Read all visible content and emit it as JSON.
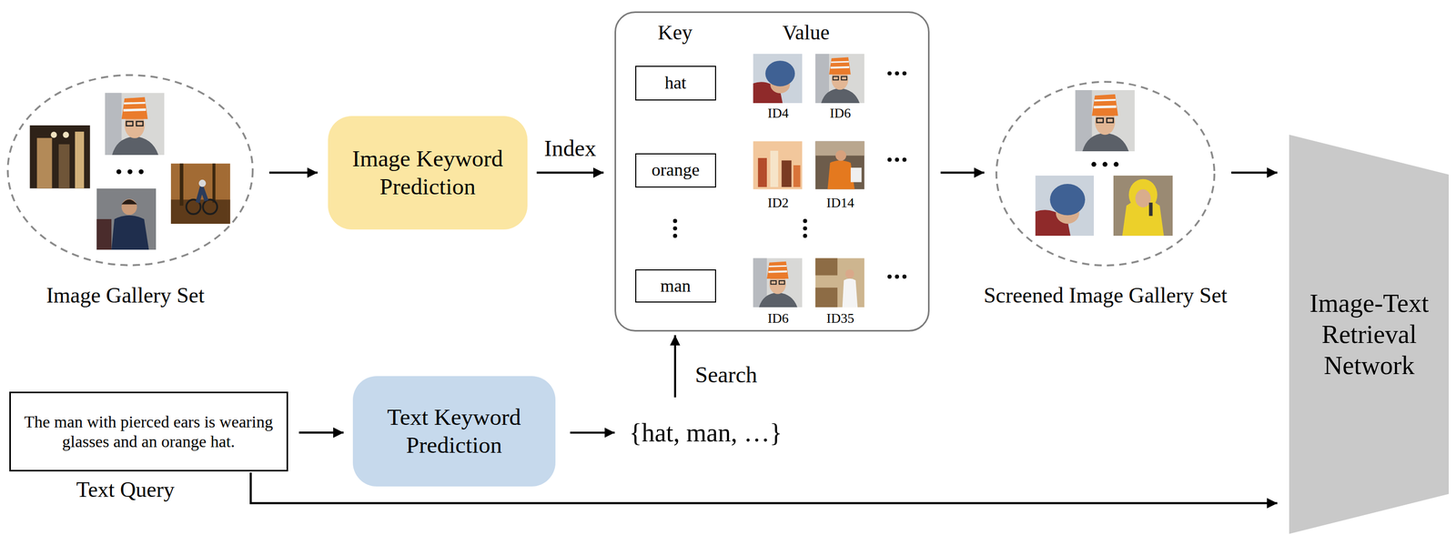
{
  "diagram": {
    "nodes": [
      {
        "text": [
          "Image Gallery Set"
        ]
      },
      {
        "text": [
          "Image Keyword Prediction"
        ]
      },
      {
        "text": [
          "Key",
          "Value"
        ]
      },
      {
        "text": [
          "hat"
        ],
        "in": 2
      },
      {
        "text": [
          "orange"
        ],
        "in": 2
      },
      {
        "text": [
          "man"
        ],
        "in": 2
      },
      {
        "text": [
          "Screened Image Gallery Set"
        ]
      },
      {
        "text": [
          "Image-Text Retrieval Network"
        ]
      },
      {
        "text": [
          "The man with pierced ears is wearing glasses and an orange hat.",
          "Text Query"
        ]
      },
      {
        "text": [
          "Text Keyword Prediction"
        ]
      }
    ],
    "edges": [
      {
        "from": 0,
        "to": 1,
        "arrow": "to"
      },
      {
        "from": 1,
        "to": 2,
        "label": "Index",
        "arrow": "to"
      },
      {
        "from": 2,
        "to": 6,
        "arrow": "to"
      },
      {
        "from": 6,
        "to": 7,
        "arrow": "to"
      },
      {
        "from": 8,
        "to": 9,
        "arrow": "to"
      },
      {
        "from": 8,
        "to": 7,
        "arrow": "to"
      }
    ],
    "labels": [
      "ID4",
      "ID6",
      "ID2",
      "ID14",
      "ID6",
      "ID35",
      "Search",
      "{hat, man, …}"
    ]
  }
}
